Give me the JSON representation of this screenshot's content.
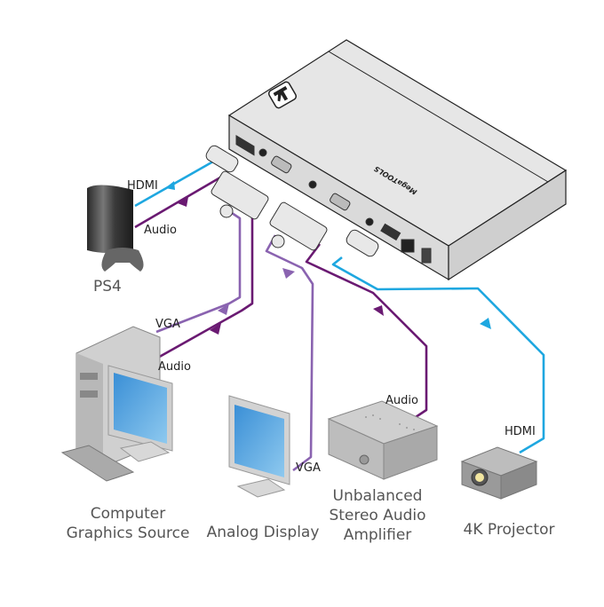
{
  "diagram": {
    "main_device": {
      "name": "MegaTOOLS",
      "brand_logo": "kramer-logo-icon",
      "ports": [
        "HDMI In",
        "Audio In",
        "VGA In",
        "Audio In",
        "VGA Out",
        "Audio Out",
        "HDMI Out",
        "Terminal block",
        "5V DC"
      ]
    },
    "devices": {
      "ps4": "PS4",
      "computer_line1": "Computer",
      "computer_line2": "Graphics Source",
      "analog_display": "Analog Display",
      "amplifier_line1": "Unbalanced",
      "amplifier_line2": "Stereo Audio",
      "amplifier_line3": "Amplifier",
      "projector": "4K Projector"
    },
    "cable_labels": {
      "ps4_hdmi": "HDMI",
      "ps4_audio": "Audio",
      "pc_vga": "VGA",
      "pc_audio": "Audio",
      "display_vga": "VGA",
      "amp_audio": "Audio",
      "projector_hdmi": "HDMI"
    },
    "colors": {
      "hdmi": "#1ea7e0",
      "vga": "#8a63b0",
      "audio": "#6a1a72",
      "device_body": "#e3e3e3",
      "device_edge": "#333333",
      "label_text": "#555555"
    }
  }
}
